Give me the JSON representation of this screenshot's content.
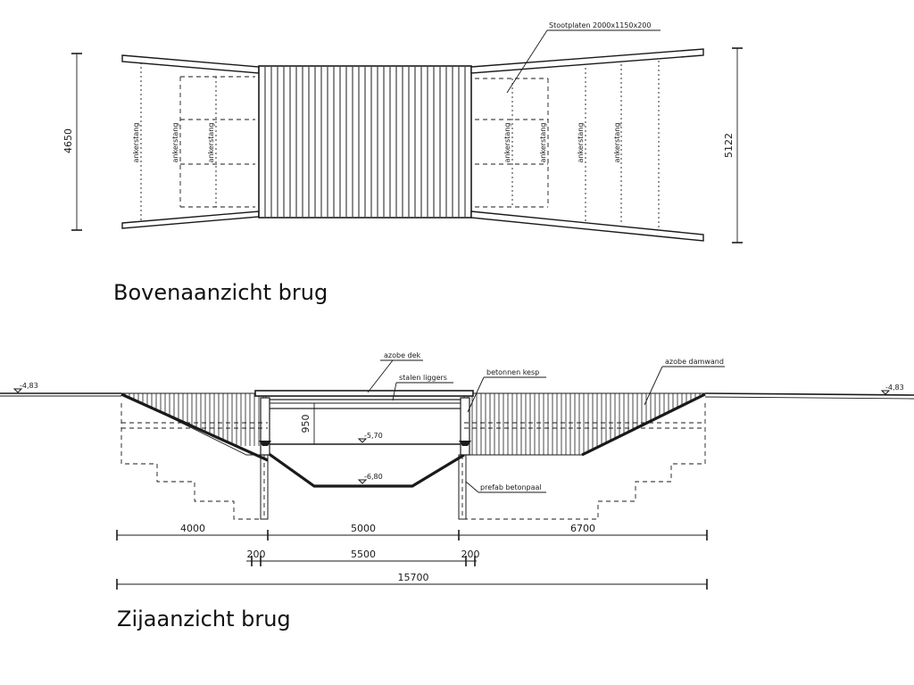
{
  "top_view": {
    "title": "Bovenaanzicht brug",
    "dim_left": "4650",
    "dim_right": "5122",
    "label_stootplaten": "Stootplaten 2000x1150x200",
    "ankerstang_labels": [
      "ankerstang",
      "ankerstang",
      "ankerstang",
      "ankerstang",
      "ankerstang",
      "ankerstang",
      "ankerstang"
    ]
  },
  "side_view": {
    "title": "Zijaanzicht brug",
    "label_azobe_dek": "azobe dek",
    "label_stalen_liggers": "stalen liggers",
    "label_betonnen_kesp": "betonnen kesp",
    "label_azobe_damwand": "azobe damwand",
    "label_prefab_betonpaal": "prefab betonpaal",
    "level_left": "-4,83",
    "level_right": "-4,83",
    "level_570": "-5,70",
    "level_680": "-6,80",
    "dim_950": "950",
    "dim_4000": "4000",
    "dim_5000": "5000",
    "dim_6700": "6700",
    "dim_200_left": "200",
    "dim_5500": "5500",
    "dim_200_right": "200",
    "dim_15700": "15700"
  }
}
